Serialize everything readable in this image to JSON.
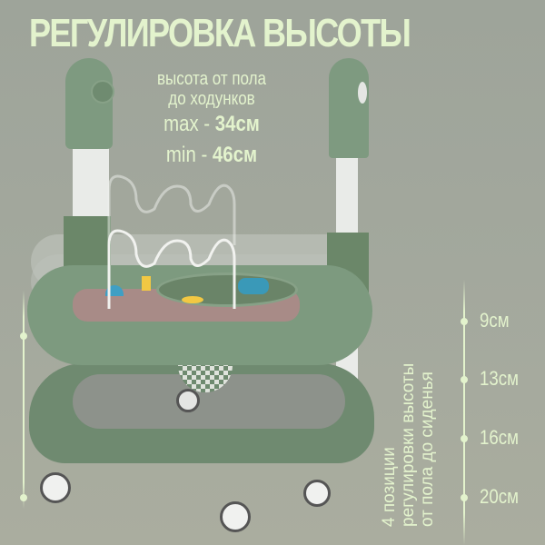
{
  "title": "РЕГУЛИРОВКА ВЫСОТЫ",
  "walker_height": {
    "line1": "высота от пола",
    "line2": "до ходунков",
    "max_label": "max - ",
    "max_value": "34см",
    "min_label": "min - ",
    "min_value": "46см"
  },
  "seat_scale": {
    "caption_line1": "4 позиции",
    "caption_line2": "регулировки высоты",
    "caption_line3": "от пола до сиденья",
    "positions": [
      "9см",
      "13см",
      "16см",
      "20см"
    ]
  },
  "colors": {
    "background": "#a0a59b",
    "text_accent": "#e3f3cd",
    "walker_green": "#7e9a80",
    "tray_pink": "#a88b87"
  }
}
